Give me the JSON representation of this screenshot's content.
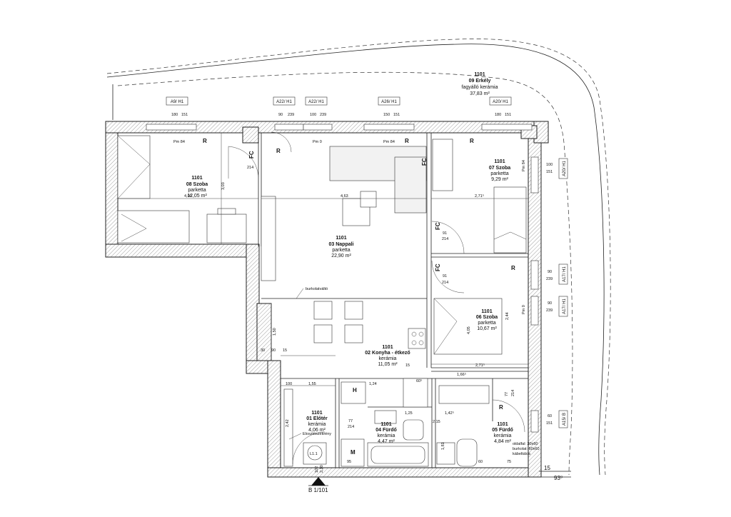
{
  "rooms": {
    "balcony": {
      "unit": "1101",
      "name": "09 Erkély",
      "floor": "fagyálló kerámia",
      "area": "37,83 m²"
    },
    "room08": {
      "unit": "1101",
      "name": "08 Szoba",
      "floor": "parketta",
      "area": "12,05 m²"
    },
    "room07": {
      "unit": "1101",
      "name": "07 Szoba",
      "floor": "parketta",
      "area": "9,29 m²"
    },
    "living": {
      "unit": "1101",
      "name": "03 Nappali",
      "floor": "parketta",
      "area": "22,90 m²"
    },
    "room06": {
      "unit": "1101",
      "name": "06 Szoba",
      "floor": "parketta",
      "area": "10,67 m²"
    },
    "kitchen": {
      "unit": "1101",
      "name": "02 Konyha - étkező",
      "floor": "kerámia",
      "area": "11,05 m²"
    },
    "hall": {
      "unit": "1101",
      "name": "01 Előtér",
      "floor": "kerámia",
      "area": "4,06 m²"
    },
    "bath04": {
      "unit": "1101",
      "name": "04 Fürdő",
      "floor": "kerámia",
      "area": "4,47 m²"
    },
    "bath05": {
      "unit": "1101",
      "name": "05 Fürdő",
      "floor": "kerámia",
      "area": "4,84 m²"
    }
  },
  "window_tags": {
    "a9": "A9/ H1",
    "a22a": "A22/ H1",
    "a22b": "A22/ H1",
    "a26": "A26/ H1",
    "a20top": "A20/ H1",
    "a20side": "A20/ H1",
    "a17a": "A17/ H1",
    "a17b": "A17/ H1",
    "a15": "A15/ B"
  },
  "window_dims": {
    "a9": [
      "180",
      "151"
    ],
    "a22a": [
      "90",
      "239"
    ],
    "a22b": [
      "100",
      "239"
    ],
    "a26": [
      "150",
      "151"
    ],
    "a20top": [
      "180",
      "151"
    ],
    "a20side": [
      "100",
      "151"
    ],
    "a17a": [
      "90",
      "239"
    ],
    "a17b": [
      "90",
      "239"
    ],
    "a15": [
      "60",
      "151"
    ]
  },
  "marks": {
    "fc": "FC",
    "r": "R",
    "h": "H",
    "m": "M",
    "pm84": "Pm 84",
    "pm0": "Pm 0",
    "burkolat": "burkolatváltó",
    "elosztoszekreny": "Elosztószekrény",
    "l11": "L1.1",
    "section": "B 1/101",
    "level_a": "15",
    "level_b": "93⁰",
    "tile_note_1": "oldalfal: 30x60",
    "tile_note_2": "burkolat: 60x60",
    "tile_note_3": "kábeltálca"
  },
  "dims": {
    "d91": "91",
    "d214": "214",
    "d100": "100",
    "d102": "102",
    "d77": "77",
    "d90": "90",
    "d75": "75",
    "d60": "60",
    "d30": "30",
    "d303": "3,03",
    "d400": "4,00",
    "d463": "4,63",
    "d271": "2,71⁵",
    "d150": "1,50",
    "d155": "1,55",
    "d125": "1,25",
    "d142": "1,42⁵",
    "d166": "1,66⁵",
    "d244": "2,44",
    "d405": "4,05",
    "d242": "2,42",
    "d215": "2,15",
    "d181": "1,81",
    "d124": "1,24",
    "d210": "2,10",
    "d15": "15",
    "d95": "95",
    "d60b": "60⁵"
  }
}
